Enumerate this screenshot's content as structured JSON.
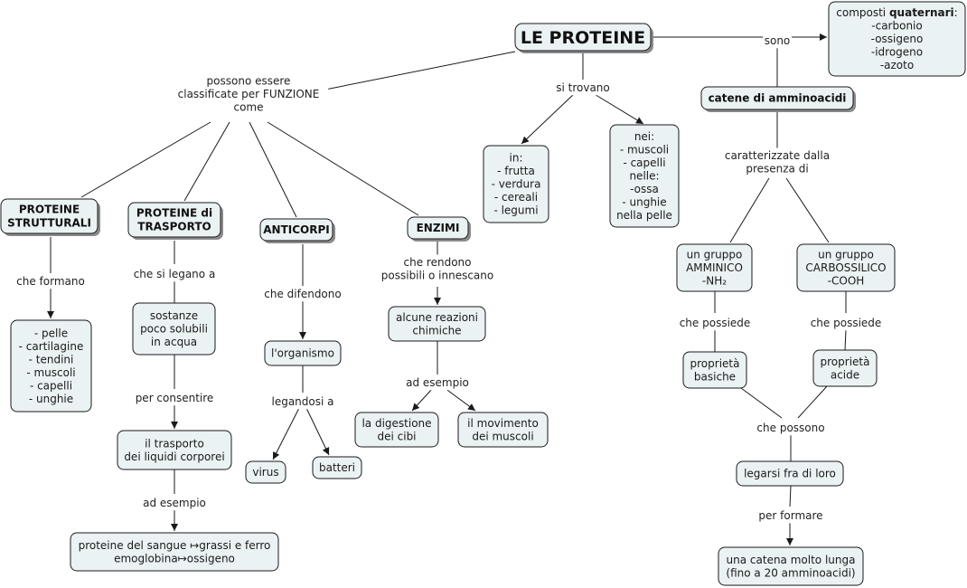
{
  "title": "LE PROTEINE",
  "colors": {
    "node_fill": "#ebf2f4",
    "node_stroke": "#1a1a1a",
    "shadow": "#8a8a8a",
    "line": "#1a1a1a",
    "background": "#ffffff"
  },
  "nodes": {
    "root": {
      "lines": [
        "LE PROTEINE"
      ],
      "style": "title"
    },
    "composti": {
      "lines": [
        "composti |quaternari|:",
        "-carbonio",
        "-ossigeno",
        "-idrogeno",
        "-azoto"
      ]
    },
    "catene": {
      "lines": [
        "catene di amminoacidi"
      ],
      "style": "bold"
    },
    "in_box": {
      "lines": [
        "in:",
        "- frutta",
        "- verdura",
        "- cereali",
        "- legumi"
      ]
    },
    "nei_box": {
      "lines": [
        "nei:",
        "- muscoli",
        "- capelli",
        "nelle:",
        "-ossa",
        "- unghie",
        "nella pelle"
      ]
    },
    "strutturali": {
      "lines": [
        "PROTEINE",
        "STRUTTURALI"
      ],
      "style": "bold"
    },
    "trasporto": {
      "lines": [
        "PROTEINE di",
        "TRASPORTO"
      ],
      "style": "bold"
    },
    "anticorpi": {
      "lines": [
        "ANTICORPI"
      ],
      "style": "bold"
    },
    "enzimi": {
      "lines": [
        "ENZIMI"
      ],
      "style": "bold"
    },
    "pelle_list": {
      "lines": [
        "- pelle",
        "- cartilagine",
        "- tendini",
        "- muscoli",
        "- capelli",
        "- unghie"
      ]
    },
    "sostanze": {
      "lines": [
        "sostanze",
        "poco solubili",
        "in acqua"
      ]
    },
    "il_trasporto": {
      "lines": [
        "il trasporto",
        "dei liquidi corporei"
      ]
    },
    "proteine_sangue": {
      "lines": [
        "proteine del sangue ↦grassi e ferro",
        "emoglobina↦ossigeno"
      ]
    },
    "organismo": {
      "lines": [
        "l'organismo"
      ]
    },
    "virus": {
      "lines": [
        "virus"
      ]
    },
    "batteri": {
      "lines": [
        "batteri"
      ]
    },
    "reazioni": {
      "lines": [
        "alcune reazioni",
        "chimiche"
      ]
    },
    "digestione": {
      "lines": [
        "la digestione",
        "dei cibi"
      ]
    },
    "movimento": {
      "lines": [
        "il movimento",
        "dei muscoli"
      ]
    },
    "amminico": {
      "lines": [
        "un gruppo",
        "AMMINICO",
        "-NH₂"
      ]
    },
    "carbossilico": {
      "lines": [
        "un gruppo",
        "CARBOSSILICO",
        "-COOH"
      ]
    },
    "basiche": {
      "lines": [
        "proprietà",
        "basiche"
      ]
    },
    "acide": {
      "lines": [
        "proprietà",
        "acide"
      ]
    },
    "legarsi": {
      "lines": [
        "legarsi fra di loro"
      ]
    },
    "catena_lunga": {
      "lines": [
        "una catena molto lunga",
        "(fino a 20 amminoacidi)"
      ]
    }
  },
  "links": {
    "sono": {
      "lines": [
        "sono"
      ]
    },
    "si_trovano": {
      "lines": [
        "si trovano"
      ]
    },
    "classificate": {
      "lines": [
        "possono essere",
        "classificate per FUNZIONE",
        "come"
      ]
    },
    "caratterizzate": {
      "lines": [
        "caratterizzate dalla",
        "presenza di"
      ]
    },
    "che_formano": {
      "lines": [
        "che formano"
      ]
    },
    "che_si_legano": {
      "lines": [
        "che si legano a"
      ]
    },
    "per_consentire": {
      "lines": [
        "per consentire"
      ]
    },
    "ad_esempio_1": {
      "lines": [
        "ad esempio"
      ]
    },
    "che_difendono": {
      "lines": [
        "che difendono"
      ]
    },
    "legandosi": {
      "lines": [
        "legandosi a"
      ]
    },
    "che_rendono": {
      "lines": [
        "che rendono",
        "possibili o innescano"
      ]
    },
    "ad_esempio_2": {
      "lines": [
        "ad esempio"
      ]
    },
    "che_possiede_1": {
      "lines": [
        "che possiede"
      ]
    },
    "che_possiede_2": {
      "lines": [
        "che possiede"
      ]
    },
    "che_possono": {
      "lines": [
        "che possono"
      ]
    },
    "per_formare": {
      "lines": [
        "per formare"
      ]
    }
  }
}
